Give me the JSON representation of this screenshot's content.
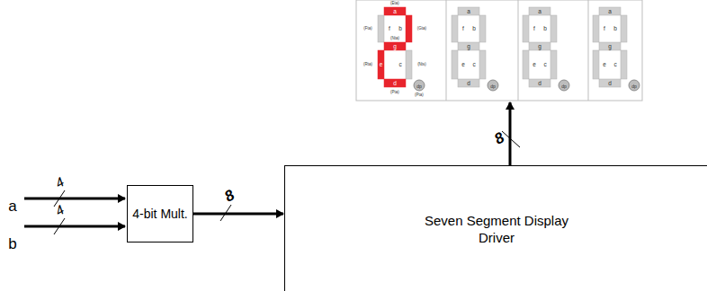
{
  "diagram": {
    "nodes": [
      {
        "text": [
          "4-bit Mult."
        ]
      },
      {
        "text": [
          "Seven Segment Display Driver"
        ]
      }
    ],
    "edges": [
      {
        "from": 0,
        "to": 1,
        "arrow": "to",
        "label": "8"
      }
    ],
    "labels": [
      "a",
      "4",
      "b",
      "4",
      "8",
      "a",
      "f",
      "b",
      "g",
      "e",
      "c",
      "d",
      "dp",
      "a",
      "f",
      "b",
      "g",
      "e",
      "c",
      "d",
      "dp",
      "a",
      "f",
      "b",
      "g",
      "e",
      "c",
      "d",
      "dp",
      "a",
      "f",
      "b",
      "g",
      "e",
      "c",
      "d",
      "dp",
      "(Eta)",
      "(Fta)",
      "(Nta)",
      "(Gta)",
      "(Rta)",
      "(Nts)",
      "(Pta)",
      "(Pta)"
    ]
  }
}
